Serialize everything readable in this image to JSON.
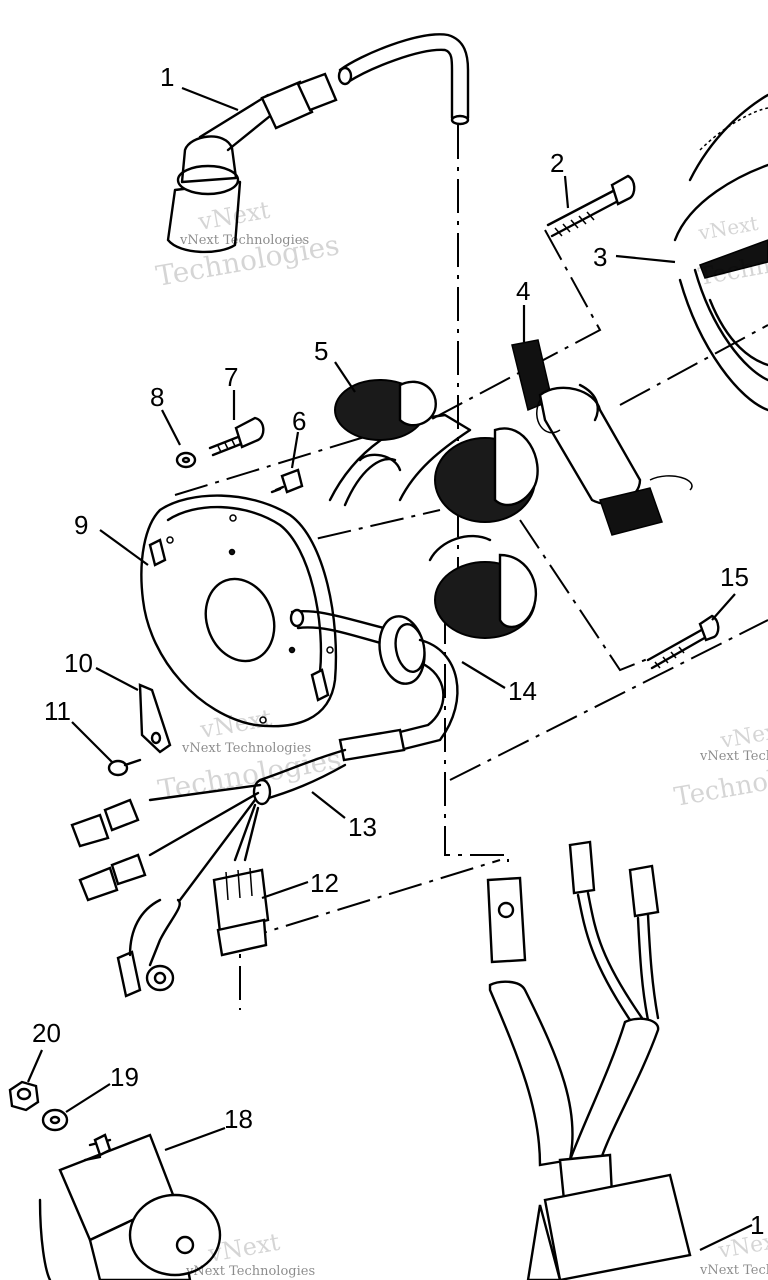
{
  "diagram": {
    "callouts": [
      {
        "label": "1"
      },
      {
        "label": "2"
      },
      {
        "label": "3"
      },
      {
        "label": "4"
      },
      {
        "label": "5"
      },
      {
        "label": "6"
      },
      {
        "label": "7"
      },
      {
        "label": "8"
      },
      {
        "label": "9"
      },
      {
        "label": "10"
      },
      {
        "label": "11"
      },
      {
        "label": "12"
      },
      {
        "label": "13"
      },
      {
        "label": "14"
      },
      {
        "label": "15"
      },
      {
        "label": "18"
      },
      {
        "label": "19"
      },
      {
        "label": "20"
      },
      {
        "label": "1"
      }
    ],
    "watermark": {
      "brand": "vNext",
      "tagline": "vNext Technologies",
      "word": "Technologies"
    }
  }
}
